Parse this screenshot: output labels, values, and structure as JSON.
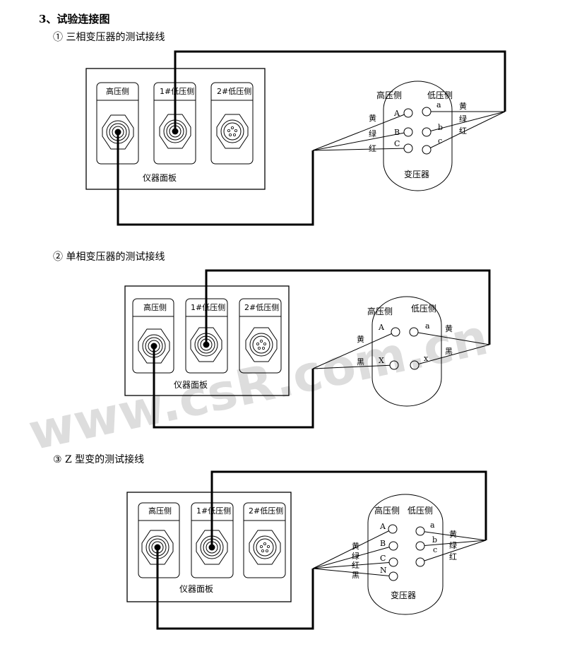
{
  "section_title": "3、试验连接图",
  "watermark": "www.csR.com.cn",
  "diagrams": [
    {
      "caption": "①  三相变压器的测试接线",
      "panel": {
        "label": "仪器面板",
        "slots": [
          "高压侧",
          "1#低压侧",
          "2#低压侧"
        ]
      },
      "transformer": {
        "hv_label": "高压侧",
        "lv_label": "低压侧",
        "name": "变压器",
        "hv_terminals": [
          "A",
          "B",
          "C"
        ],
        "lv_terminals": [
          "a",
          "b",
          "c"
        ],
        "hv_wire_colors": [
          "黄",
          "绿",
          "红"
        ],
        "lv_wire_colors": [
          "黄",
          "绿",
          "红"
        ]
      }
    },
    {
      "caption": "②  单相变压器的测试接线",
      "panel": {
        "label": "仪器面板",
        "slots": [
          "高压侧",
          "1#低压侧",
          "2#低压侧"
        ]
      },
      "transformer": {
        "hv_label": "高压侧",
        "lv_label": "低压侧",
        "hv_terminals": [
          "A",
          "X"
        ],
        "lv_terminals": [
          "a",
          "x"
        ],
        "hv_wire_colors": [
          "黄",
          "黑"
        ],
        "lv_wire_colors": [
          "黄",
          "黑"
        ]
      }
    },
    {
      "caption": "③  Z 型变的测试接线",
      "panel": {
        "label": "仪器面板",
        "slots": [
          "高压侧",
          "1#低压侧",
          "2#低压侧"
        ]
      },
      "transformer": {
        "hv_label": "高压侧",
        "lv_label": "低压侧",
        "name": "变压器",
        "hv_terminals": [
          "A",
          "B",
          "C",
          "N"
        ],
        "lv_terminals": [
          "a",
          "b",
          "c"
        ],
        "hv_wire_colors": [
          "黄",
          "绿",
          "红",
          "黑"
        ],
        "lv_wire_colors": [
          "黄",
          "绿",
          "红"
        ]
      }
    }
  ]
}
